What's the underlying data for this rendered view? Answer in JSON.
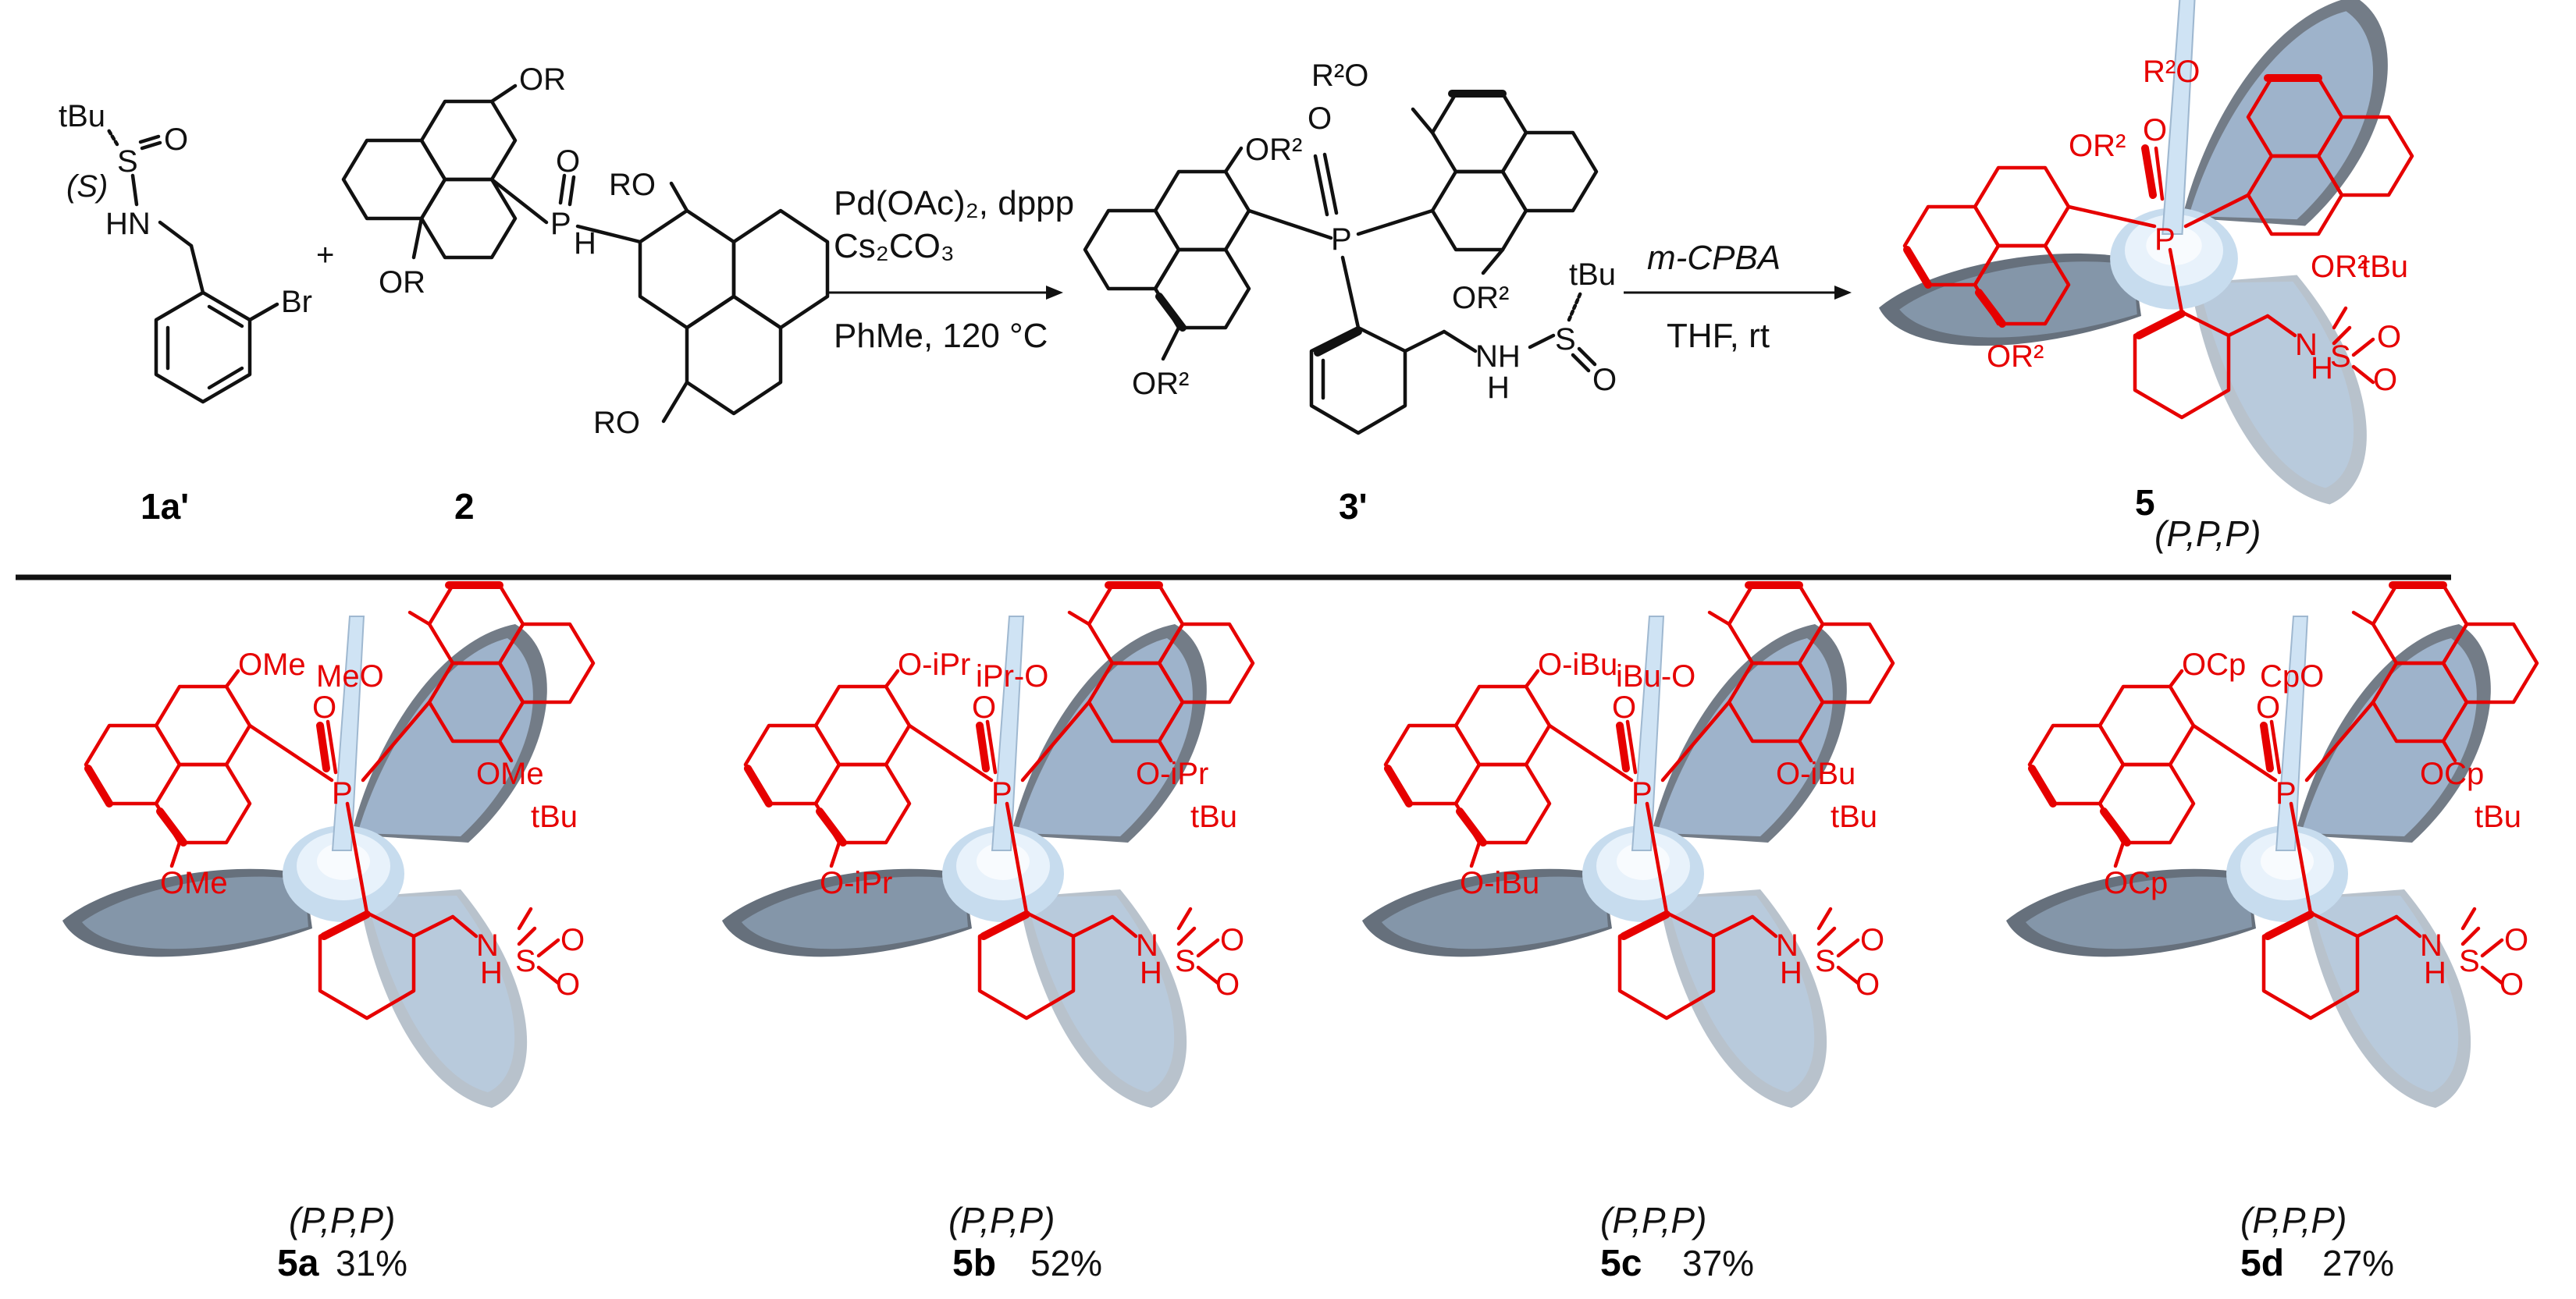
{
  "colors": {
    "ink": "#111111",
    "highlight": "#e60000",
    "propeller": "#a9c1dc",
    "propeller_dark": "#555b66",
    "axis": "#cfe3f4"
  },
  "reactants": {
    "sulfinamide": {
      "tbu": "tBu",
      "s_config": "(S)",
      "s_atom": "S",
      "o_atom": "O",
      "hn": "HN",
      "br": "Br",
      "label": "1a'"
    },
    "plus": "+",
    "phosphine_oxide": {
      "or_top": "OR",
      "or_left": "OR",
      "or_right_top": "RO",
      "or_right_bottom": "RO",
      "p_atom": "P",
      "o_atom": "O",
      "h_atom": "H",
      "label": "2"
    }
  },
  "step1": {
    "line1": "Pd(OAc)₂, dppp",
    "line2": "Cs₂CO₃",
    "line3": "PhMe, 120 °C"
  },
  "intermediate": {
    "or2": "OR²",
    "r2o": "R²O",
    "p_atom": "P",
    "o_atom": "O",
    "tbu": "tBu",
    "nh": "NH",
    "s_atom": "S",
    "o2_atom": "O",
    "h_atom": "H",
    "label": "3'"
  },
  "step2": {
    "line1": "m-CPBA",
    "line2": "THF, rt"
  },
  "product_main": {
    "r2o_top": "R²O",
    "or2_left": "OR²",
    "o_atom": "O",
    "p_atom": "P",
    "or2_right": "OR²",
    "tbu": "tBu",
    "or2_bottom": "OR²",
    "n_atom": "N",
    "s_atom": "S",
    "o_a": "O",
    "o_b": "O",
    "h_atom": "H",
    "label": "5",
    "config": "(P,P,P)"
  },
  "products": [
    {
      "top_ro": "MeO",
      "left_or": "OMe",
      "right_or": "OMe",
      "bottom_or": "OMe",
      "tbu": "tBu",
      "config": "(P,P,P)",
      "label": "5a",
      "yield": "31%"
    },
    {
      "top_ro": "iPr-O",
      "left_or": "O-iPr",
      "right_or": "O-iPr",
      "bottom_or": "O-iPr",
      "tbu": "tBu",
      "config": "(P,P,P)",
      "label": "5b",
      "yield": "52%"
    },
    {
      "top_ro": "iBu-O",
      "left_or": "O-iBu",
      "right_or": "O-iBu",
      "bottom_or": "O-iBu",
      "tbu": "tBu",
      "config": "(P,P,P)",
      "label": "5c",
      "yield": "37%"
    },
    {
      "top_ro": "CpO",
      "left_or": "OCp",
      "right_or": "OCp",
      "bottom_or": "OCp",
      "tbu": "tBu",
      "config": "(P,P,P)",
      "label": "5d",
      "yield": "27%"
    }
  ]
}
